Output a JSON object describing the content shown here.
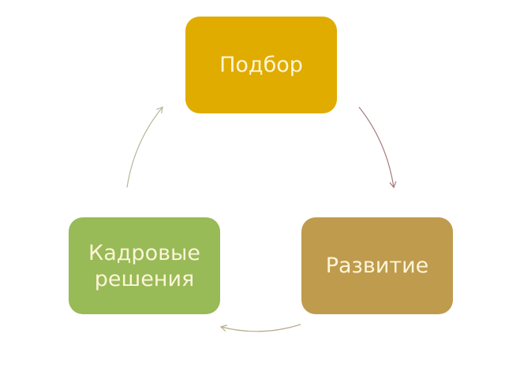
{
  "diagram": {
    "type": "cycle",
    "nodes": [
      {
        "id": "podbor",
        "label": "Подбор",
        "color": "#e0ac00"
      },
      {
        "id": "razvitie",
        "label": "Развитие",
        "color": "#bf9b4d"
      },
      {
        "id": "kadrovye",
        "label_lines": [
          "Кадровые",
          "решения"
        ],
        "color": "#98ba57"
      }
    ],
    "edges": [
      {
        "from": "podbor",
        "to": "razvitie",
        "color": "#a97a7a"
      },
      {
        "from": "razvitie",
        "to": "kadrovye",
        "color": "#b8a98a"
      },
      {
        "from": "kadrovye",
        "to": "podbor",
        "color": "#b7b59a"
      }
    ]
  }
}
